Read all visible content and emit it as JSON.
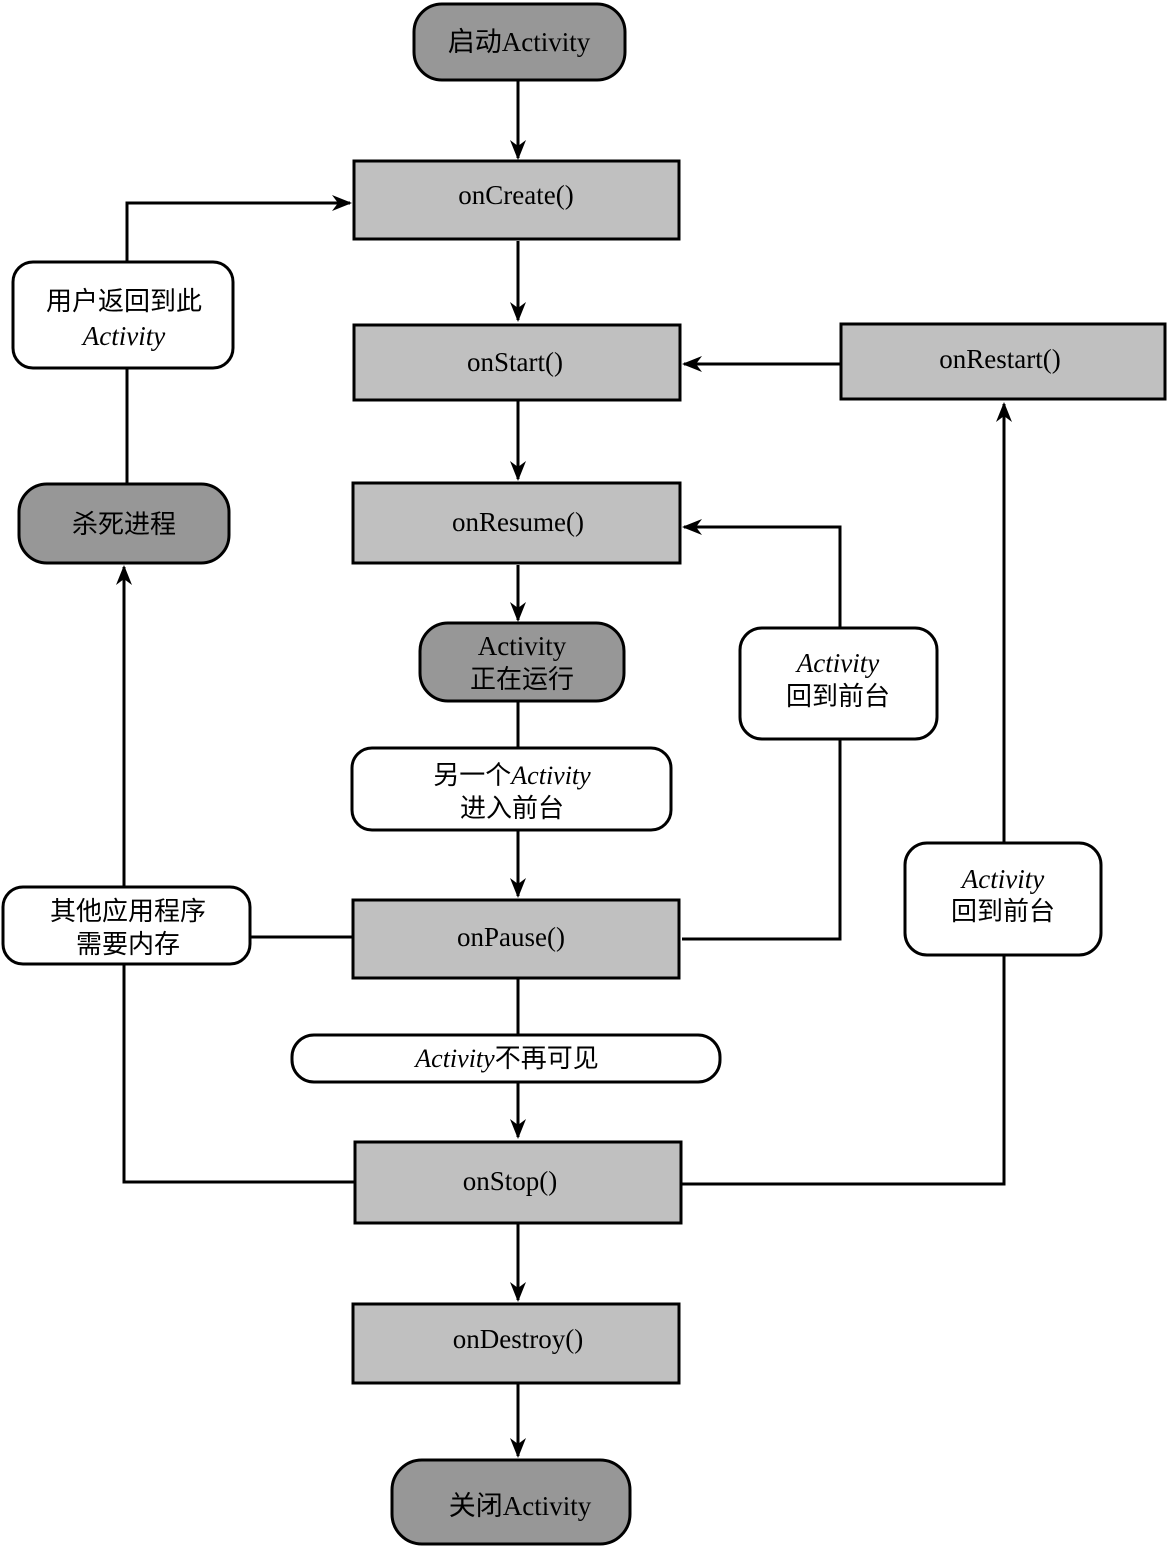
{
  "nodes": {
    "start_activity": {
      "text": "启动Activity"
    },
    "on_create": {
      "text": "onCreate()"
    },
    "on_start": {
      "text": "onStart()"
    },
    "on_restart": {
      "text": "onRestart()"
    },
    "on_resume": {
      "text": "onResume()"
    },
    "activity_running": {
      "line1": "Activity",
      "line2": "正在运行"
    },
    "on_pause": {
      "text": "onPause()"
    },
    "on_stop": {
      "text": "onStop()"
    },
    "on_destroy": {
      "text": "onDestroy()"
    },
    "close_activity": {
      "text": "关闭Activity"
    },
    "kill_process": {
      "text": "杀死进程"
    }
  },
  "labels": {
    "user_returns": {
      "line1": "用户返回到此",
      "line2": "Activity"
    },
    "another_activity": {
      "line1_cn": "另一个",
      "line1_it": "Activity",
      "line2": "进入前台"
    },
    "back_to_front_resume": {
      "line1": "Activity",
      "line2": "回到前台"
    },
    "back_to_front_restart": {
      "line1": "Activity",
      "line2": "回到前台"
    },
    "other_apps_memory": {
      "line1": "其他应用程序",
      "line2": "需要内存"
    },
    "not_visible": {
      "it": "Activity",
      "cn": "不再可见"
    }
  },
  "colors": {
    "method_box": "#c0c0c0",
    "terminal_box": "#979797",
    "label_box": "#ffffff",
    "stroke": "#000000"
  }
}
